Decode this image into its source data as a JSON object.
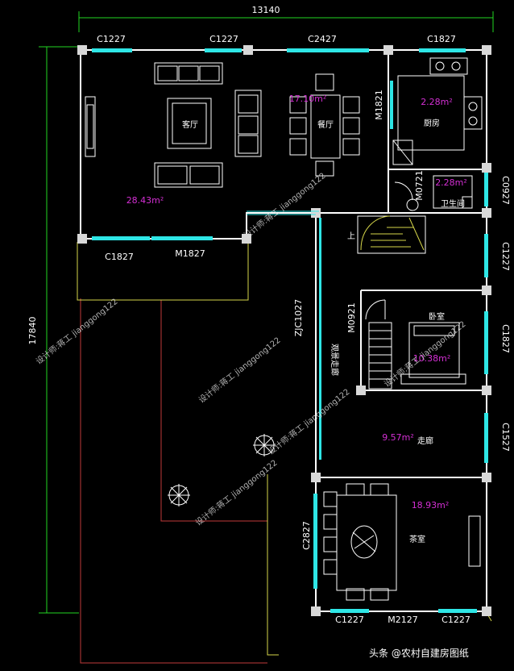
{
  "dimensions": {
    "total_width": "13140",
    "total_height": "17840"
  },
  "windows": {
    "top_left": "C1227",
    "top_mid": "C1227",
    "top_center": "C2427",
    "top_right": "C1827",
    "kitchen_door": "M1821",
    "bath_door": "M0721",
    "bath_window": "C0927",
    "right_mid": "C1227",
    "living_bottom_left": "C1827",
    "living_bottom_door": "M1827",
    "corridor_window": "ZJC1027",
    "bedroom_door": "M0921",
    "bedroom_window": "C1827",
    "right_lower": "C1527",
    "tea_left": "C2827",
    "tea_bottom_left": "C1227",
    "tea_bottom_door": "M2127",
    "tea_bottom_right": "C1227"
  },
  "rooms": {
    "living": "客厅",
    "living_area": "28.43m²",
    "dining": "餐厅",
    "dining_area": "17.10m²",
    "kitchen": "厨房",
    "kitchen_area": "2.28m²",
    "bath": "卫生间",
    "bath_area": "2.28m²",
    "stair_up": "上",
    "bedroom": "卧室",
    "bedroom_area": "10.38m²",
    "closet": "观景走廊",
    "corridor": "走廊",
    "corridor_area": "9.57m²",
    "tea": "茶室",
    "tea_area": "18.93m²"
  },
  "watermarks": [
    "设计师:蒋工 jianggong122",
    "设计师:蒋工 jianggong122",
    "设计师:蒋工 jianggong122",
    "设计师:蒋工 jianggong122",
    "设计师:蒋工 jianggong122",
    "设计师:蒋工 jianggong122"
  ],
  "footer": "头条 @农村自建房图纸",
  "colors": {
    "wall": "#ffffff",
    "window": "#2ee6e6",
    "dimension": "#22d622",
    "area_text": "#d42fd4",
    "outline": "#d6d64a",
    "yard": "#c03a3a"
  }
}
